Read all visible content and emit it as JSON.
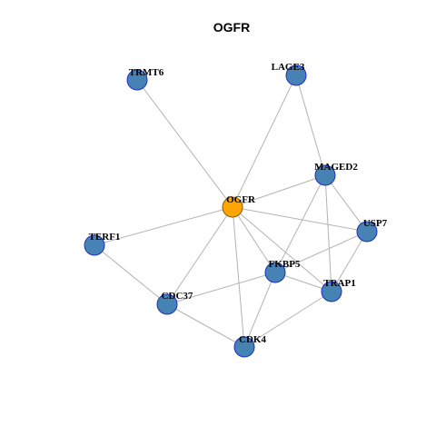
{
  "graph": {
    "title": "OGFR",
    "center_node_color": "#FFA500",
    "node_color": "#4682B4",
    "node_border_color": "#1f2fbf",
    "edge_color": "#b3b3b3",
    "nodes": [
      {
        "id": "OGFR",
        "label": "OGFR",
        "center": true
      },
      {
        "id": "TRMT6",
        "label": "TRMT6"
      },
      {
        "id": "LAGE3",
        "label": "LAGE3"
      },
      {
        "id": "MAGED2",
        "label": "MAGED2"
      },
      {
        "id": "USP7",
        "label": "USP7"
      },
      {
        "id": "TERF1",
        "label": "TERF1"
      },
      {
        "id": "FKBP5",
        "label": "FKBP5"
      },
      {
        "id": "TRAP1",
        "label": "TRAP1"
      },
      {
        "id": "CDC37",
        "label": "CDC37"
      },
      {
        "id": "CDK4",
        "label": "CDK4"
      }
    ],
    "edges": [
      [
        "OGFR",
        "TRMT6"
      ],
      [
        "OGFR",
        "LAGE3"
      ],
      [
        "OGFR",
        "MAGED2"
      ],
      [
        "OGFR",
        "USP7"
      ],
      [
        "OGFR",
        "TERF1"
      ],
      [
        "OGFR",
        "FKBP5"
      ],
      [
        "OGFR",
        "TRAP1"
      ],
      [
        "OGFR",
        "CDC37"
      ],
      [
        "OGFR",
        "CDK4"
      ],
      [
        "LAGE3",
        "MAGED2"
      ],
      [
        "MAGED2",
        "USP7"
      ],
      [
        "MAGED2",
        "FKBP5"
      ],
      [
        "MAGED2",
        "TRAP1"
      ],
      [
        "USP7",
        "FKBP5"
      ],
      [
        "USP7",
        "TRAP1"
      ],
      [
        "TERF1",
        "CDC37"
      ],
      [
        "FKBP5",
        "TRAP1"
      ],
      [
        "FKBP5",
        "CDC37"
      ],
      [
        "FKBP5",
        "CDK4"
      ],
      [
        "TRAP1",
        "CDK4"
      ],
      [
        "CDC37",
        "CDK4"
      ]
    ]
  }
}
